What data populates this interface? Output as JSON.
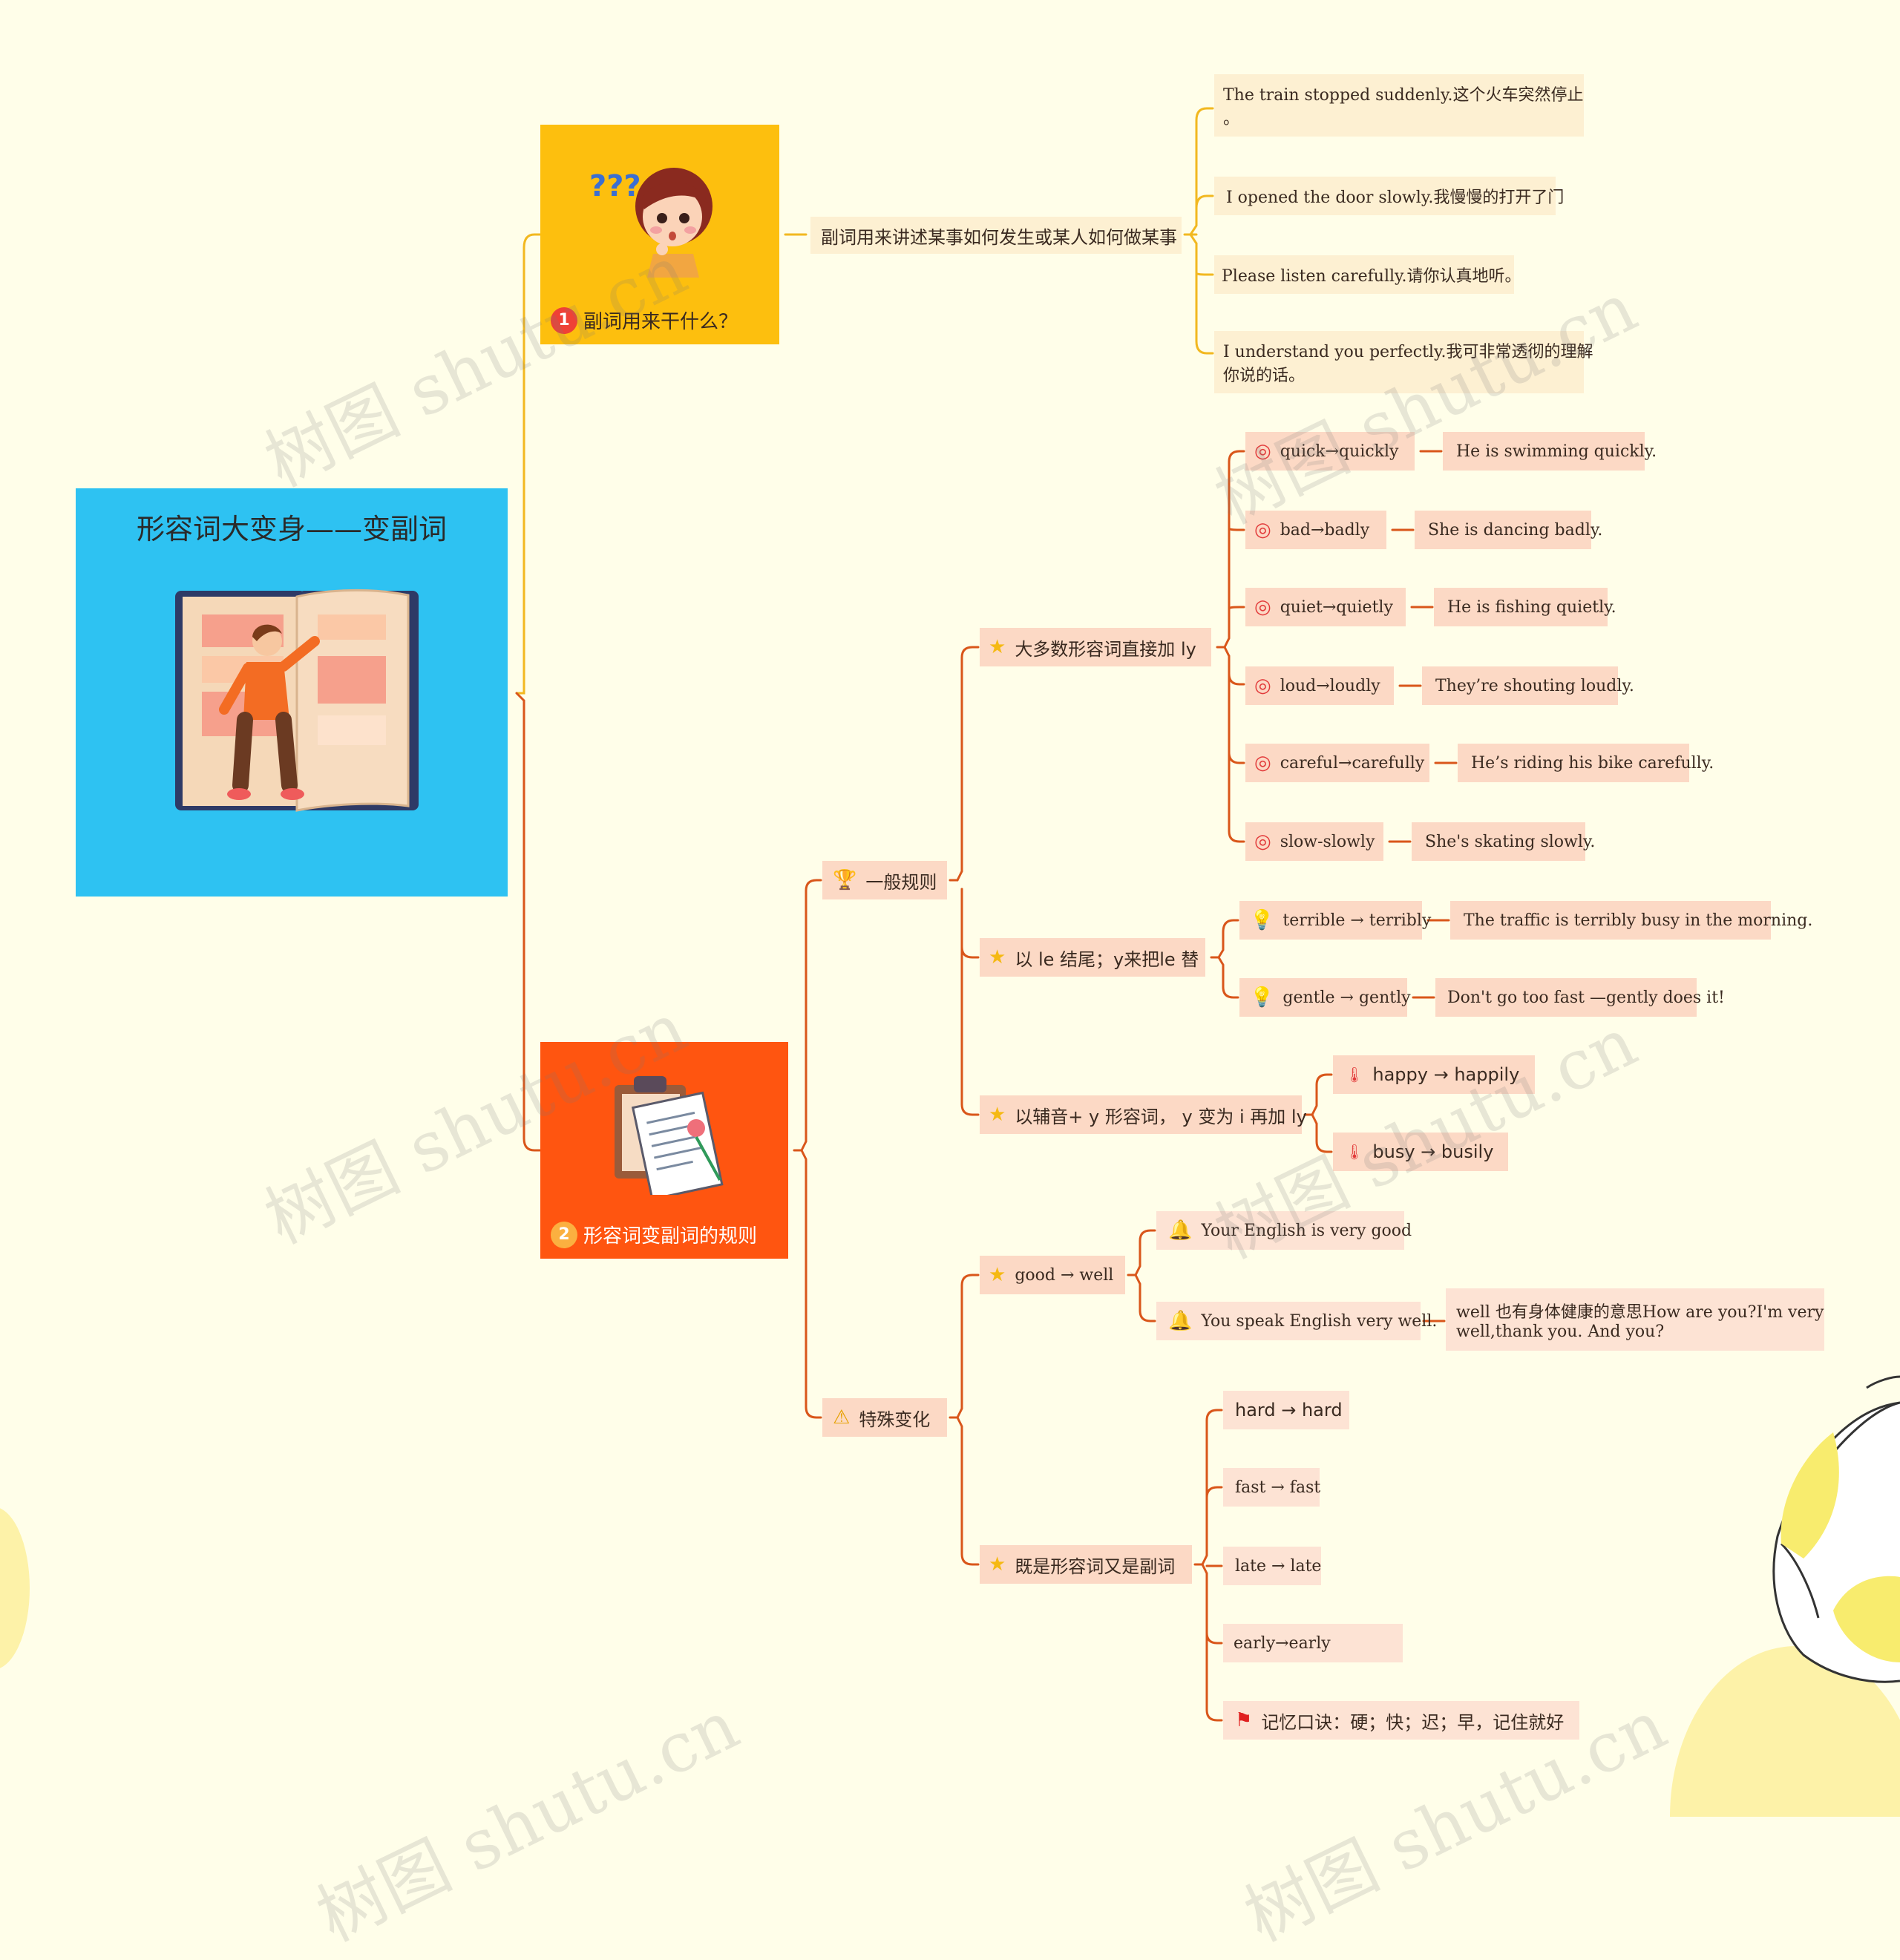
{
  "root": {
    "title": "形容词大变身——变副词"
  },
  "branch1": {
    "number": "1",
    "label": "副词用来干什么？",
    "definition": "副词用来讲述某事如何发生或某人如何做某事",
    "examples": [
      "The train stopped suddenly.这个火车突然停止",
      "。",
      "I opened the door slowly.我慢慢的打开了门",
      "Please listen carefully.请你认真地听。",
      "I understand you perfectly.我可非常透彻的理解",
      "你说的话。"
    ]
  },
  "branch2": {
    "number": "2",
    "label": "形容词变副词的规则",
    "general": {
      "label": "一般规则",
      "rule1": {
        "label": "大多数形容词直接加 ly",
        "pairs": [
          {
            "word": "quick→quickly",
            "example": "He is swimming quickly."
          },
          {
            "word": "bad→badly",
            "example": "She is dancing badly."
          },
          {
            "word": "quiet→quietly",
            "example": "He is fishing quietly."
          },
          {
            "word": "loud→loudly",
            "example": "They’re shouting loudly."
          },
          {
            "word": "careful→carefully",
            "example": "He’s riding his bike carefully."
          },
          {
            "word": "slow-slowly",
            "example": "She's skating slowly."
          }
        ]
      },
      "rule2": {
        "label": "以 le 结尾；y来把le 替",
        "pairs": [
          {
            "word": "terrible → terribly",
            "example": "The traffic is terribly busy in the morning."
          },
          {
            "word": "gentle → gently",
            "example": "Don't go too fast —gently does it!"
          }
        ]
      },
      "rule3": {
        "label": "以辅音+ y 形容词，  y 变为 i 再加 ly",
        "pairs": [
          "happy → happily",
          "busy → busily"
        ]
      }
    },
    "special": {
      "label": "特殊变化",
      "good": {
        "label": "good → well",
        "ex1": "Your English is very good",
        "ex2": "You speak English very well.",
        "note1": "well 也有身体健康的意思How are you?I'm very",
        "note2": "well,thank you. And you?"
      },
      "both": {
        "label": "既是形容词又是副词",
        "items": [
          "hard → hard",
          "fast → fast",
          "late → late",
          "early→early"
        ],
        "mnemonic": "记忆口诀：硬；快；迟；早，记住就好"
      }
    }
  },
  "watermark": "树图 shutu.cn",
  "colors": {
    "background": "#fffee9",
    "root": "#2ec2f2",
    "branch1": "#fdbf0e",
    "branch2": "#ff5510",
    "line1": "#f2b820",
    "line2": "#d9561a"
  }
}
